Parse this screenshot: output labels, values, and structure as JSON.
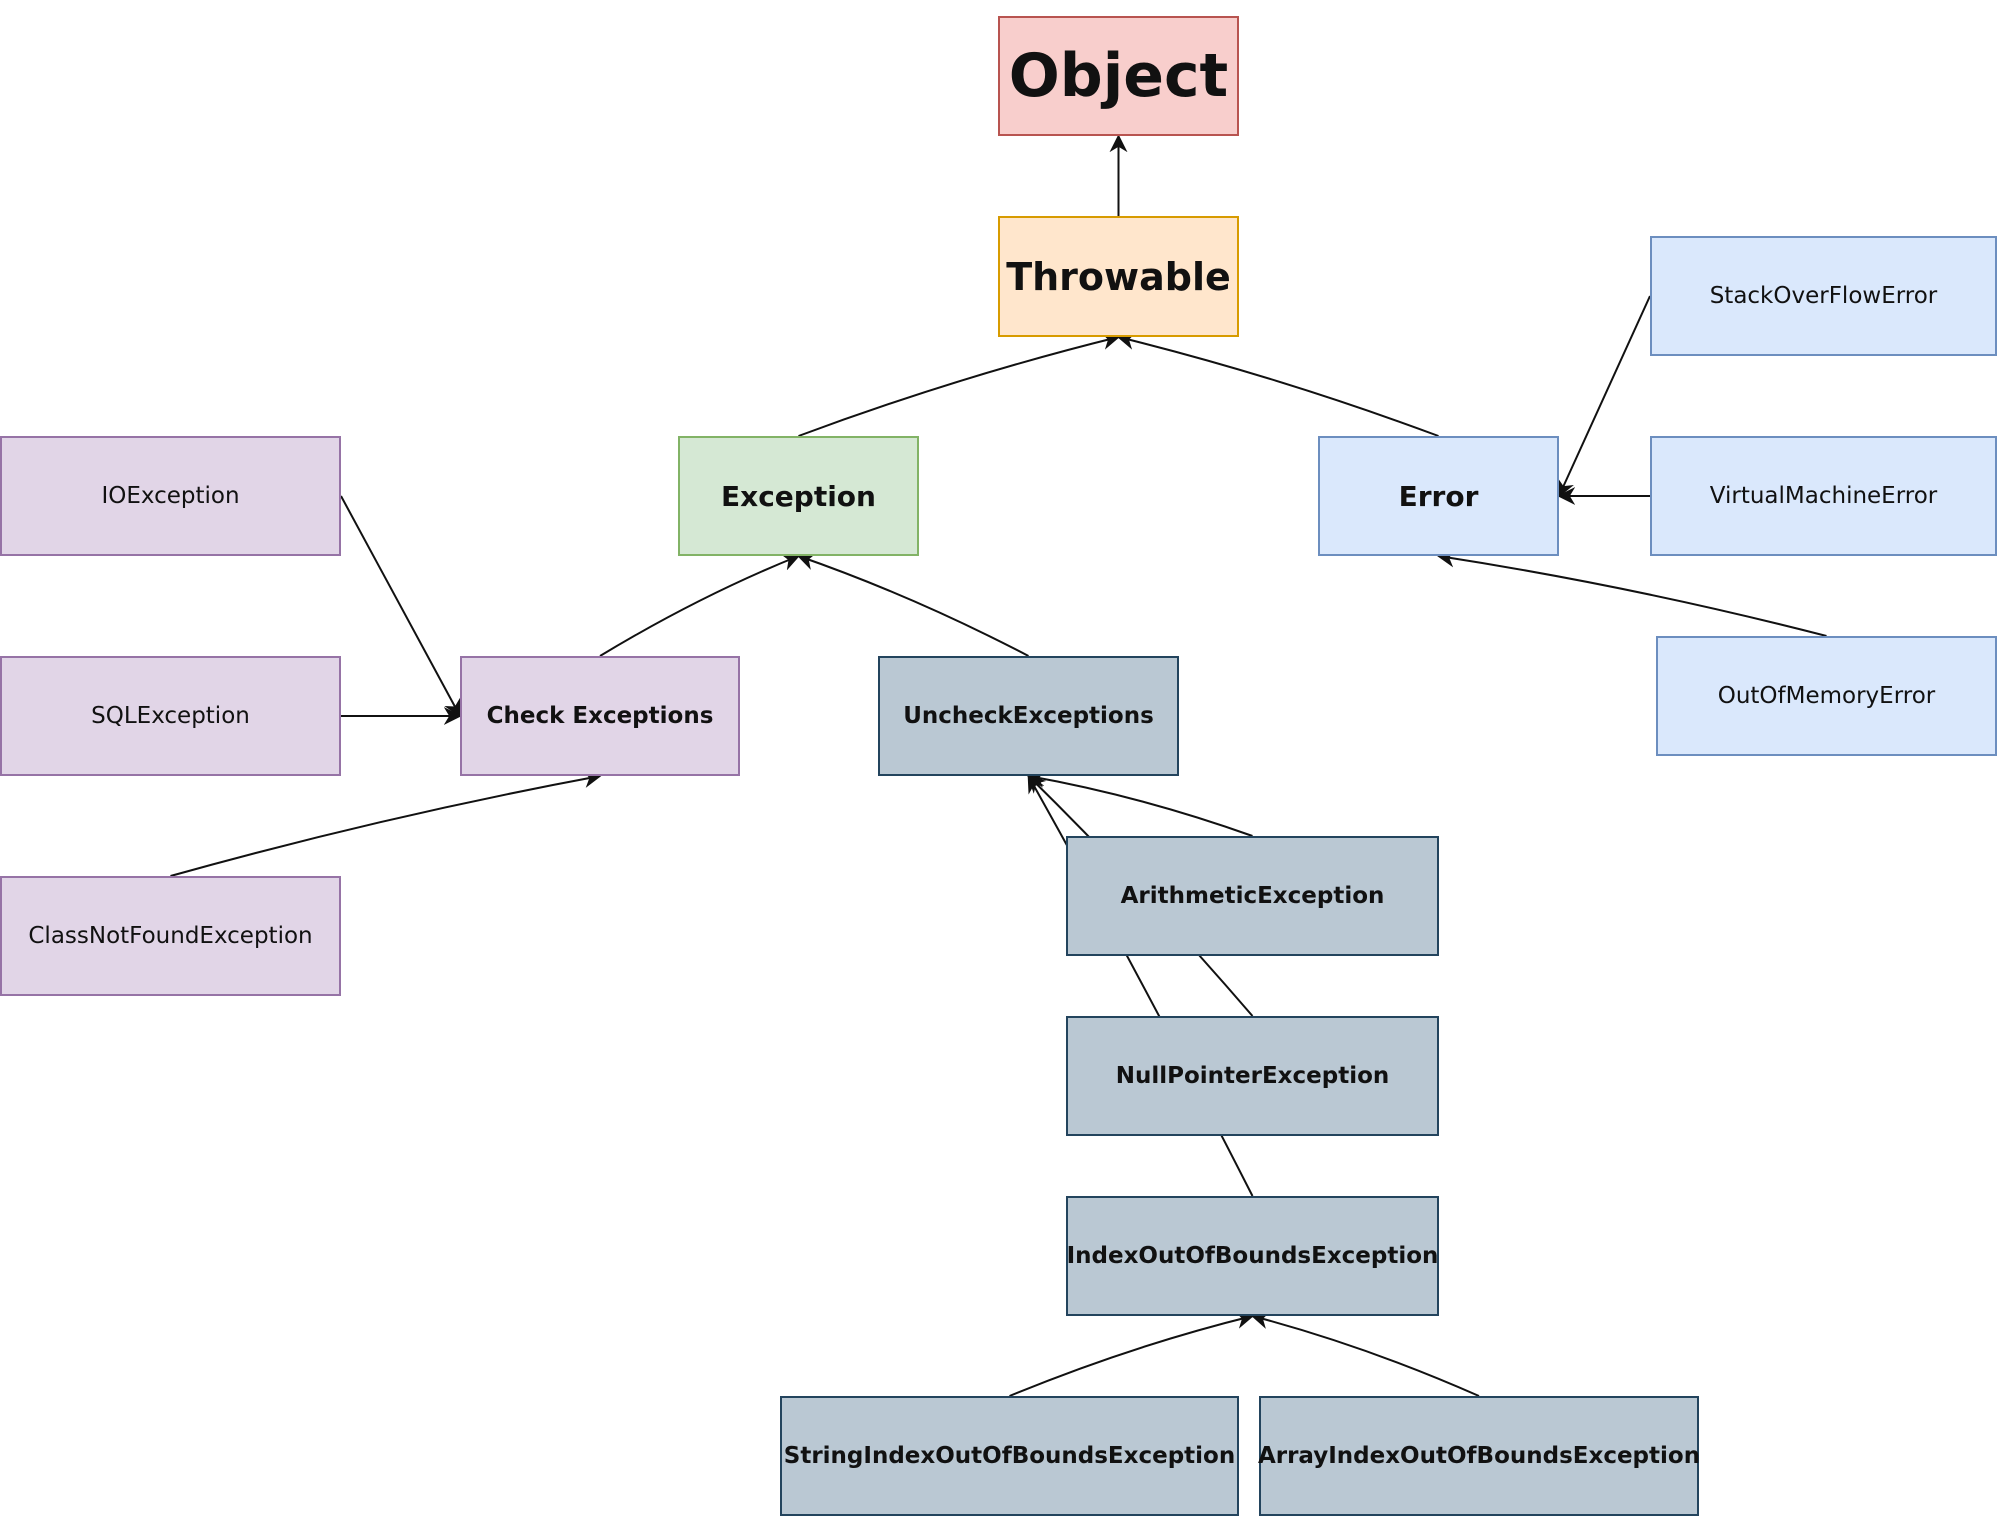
{
  "nodes": {
    "object": "Object",
    "throwable": "Throwable",
    "exception": "Exception",
    "error": "Error",
    "check_exceptions": "Check Exceptions",
    "uncheck_exceptions": "UncheckExceptions",
    "io_exception": "IOException",
    "sql_exception": "SQLException",
    "class_not_found_exception": "ClassNotFoundException",
    "stack_overflow_error": "StackOverFlowError",
    "virtual_machine_error": "VirtualMachineError",
    "out_of_memory_error": "OutOfMemoryError",
    "arithmetic_exception": "ArithmeticException",
    "null_pointer_exception": "NullPointerException",
    "index_out_of_bounds_exception": "IndexOutOfBoundsException",
    "string_index_out_of_bounds_exception": "StringIndexOutOfBoundsException",
    "array_index_out_of_bounds_exception": "ArrayIndexOutOfBoundsException"
  },
  "edges": [
    {
      "from": "throwable",
      "to": "object"
    },
    {
      "from": "exception",
      "to": "throwable"
    },
    {
      "from": "error",
      "to": "throwable"
    },
    {
      "from": "check_exceptions",
      "to": "exception"
    },
    {
      "from": "uncheck_exceptions",
      "to": "exception"
    },
    {
      "from": "io_exception",
      "to": "check_exceptions"
    },
    {
      "from": "sql_exception",
      "to": "check_exceptions"
    },
    {
      "from": "class_not_found_exception",
      "to": "check_exceptions"
    },
    {
      "from": "stack_overflow_error",
      "to": "error"
    },
    {
      "from": "virtual_machine_error",
      "to": "error"
    },
    {
      "from": "out_of_memory_error",
      "to": "error"
    },
    {
      "from": "arithmetic_exception",
      "to": "uncheck_exceptions"
    },
    {
      "from": "null_pointer_exception",
      "to": "uncheck_exceptions"
    },
    {
      "from": "index_out_of_bounds_exception",
      "to": "uncheck_exceptions"
    },
    {
      "from": "string_index_out_of_bounds_exception",
      "to": "index_out_of_bounds_exception"
    },
    {
      "from": "array_index_out_of_bounds_exception",
      "to": "index_out_of_bounds_exception"
    }
  ],
  "colors": {
    "checked": "#e1d5e7",
    "exception": "#d5e8d4",
    "error": "#dae8fc",
    "unchecked": "#bac8d3",
    "object": "#f8cecc",
    "throwable": "#ffe6cc"
  }
}
